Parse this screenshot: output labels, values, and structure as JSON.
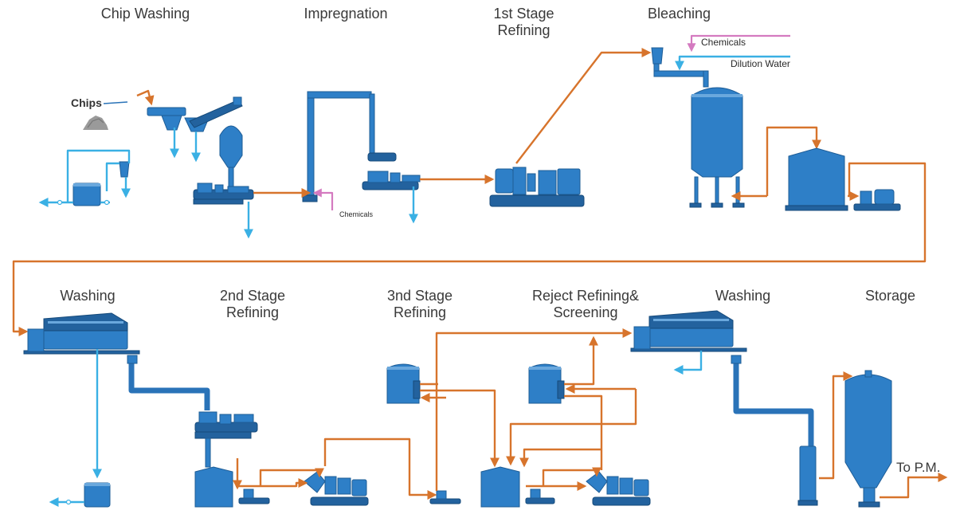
{
  "stages": {
    "chip_washing": "Chip Washing",
    "impregnation": "Impregnation",
    "refining_1": "1st Stage\nRefining",
    "bleaching": "Bleaching",
    "washing_1": "Washing",
    "refining_2": "2nd Stage\nRefining",
    "refining_3": "3nd Stage\nRefining",
    "reject": "Reject Refining&\nScreening",
    "washing_2": "Washing",
    "storage": "Storage"
  },
  "labels": {
    "chips": "Chips",
    "chemicals_impregnation": "Chemicals",
    "chemicals_bleaching": "Chemicals",
    "dilution_water": "Dilution Water",
    "to_pm": "To P.M."
  },
  "colors": {
    "equipment": "#2e7fc7",
    "pulp_flow": "#d7742c",
    "water_flow": "#3ab0e4",
    "chemicals_flow": "#d47ac0",
    "label_text": "#3a3a3a"
  }
}
